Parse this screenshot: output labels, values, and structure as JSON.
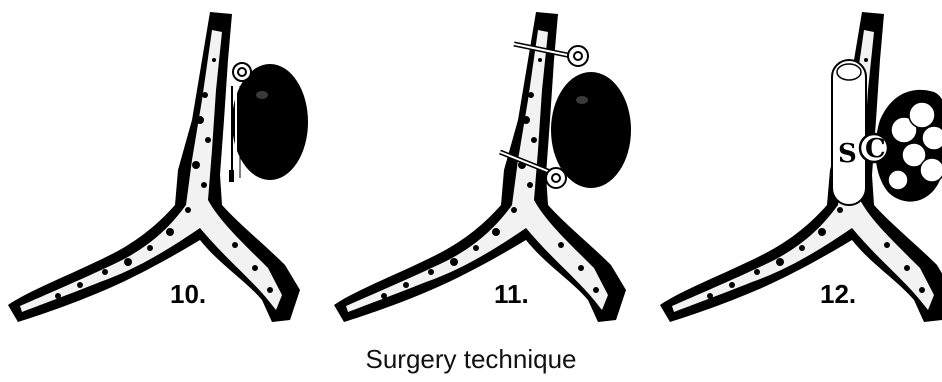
{
  "caption": "Surgery technique",
  "panels": [
    {
      "label": "10."
    },
    {
      "label": "11."
    },
    {
      "label": "12."
    }
  ],
  "annotations": {
    "s_label": "S",
    "c_label": "C"
  },
  "colors": {
    "ink": "#000000",
    "vessel_fill": "#f2f2f2",
    "background": "#ffffff"
  }
}
